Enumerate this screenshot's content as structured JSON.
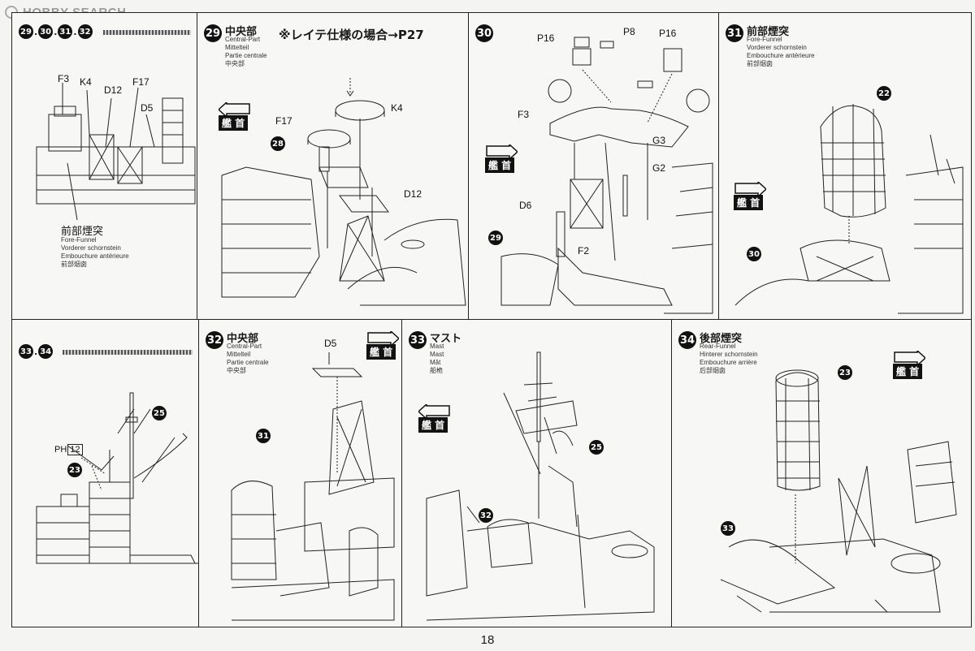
{
  "watermark": "HOBBY SEARCH",
  "page_number": "18",
  "panels": {
    "p_overview1": {
      "range": [
        "29",
        "30",
        "31",
        "32"
      ],
      "labels": {
        "f3": "F3",
        "k4": "K4",
        "d12": "D12",
        "f17": "F17",
        "d5": "D5"
      },
      "caption_jp": "前部煙突",
      "caption_en": "Fore-Funnel",
      "caption_de": "Vorderer schornstein",
      "caption_fr": "Embouchure antérieure",
      "caption_cn": "前部烟囱"
    },
    "p29": {
      "step": "29",
      "title_jp": "中央部",
      "t_en": "Central-Part",
      "t_de": "Mittelteil",
      "t_fr": "Partie centrale",
      "t_cn": "中央部",
      "note": "※レイテ仕様の場合→P27",
      "bow": "艦 首",
      "ref": "28",
      "labels": {
        "k4": "K4",
        "f17": "F17",
        "d12": "D12"
      }
    },
    "p30": {
      "step": "30",
      "bow": "艦 首",
      "ref": "29",
      "labels": {
        "p16a": "P16",
        "p8": "P8",
        "p16b": "P16",
        "f3": "F3",
        "g3": "G3",
        "g2": "G2",
        "d6": "D6",
        "f2": "F2"
      }
    },
    "p31": {
      "step": "31",
      "title_jp": "前部煙突",
      "t_en": "Fore-Funnel",
      "t_de": "Vorderer schornstein",
      "t_fr": "Embouchure antérieure",
      "t_cn": "前部烟囱",
      "bow": "艦 首",
      "ref_a": "22",
      "ref_b": "30"
    },
    "p_overview2": {
      "range": [
        "33",
        "34"
      ],
      "ph": "PH",
      "ph_num": "12",
      "ref_a": "25",
      "ref_b": "23"
    },
    "p32": {
      "step": "32",
      "title_jp": "中央部",
      "t_en": "Central-Part",
      "t_de": "Mittelteil",
      "t_fr": "Partie centrale",
      "t_cn": "中央部",
      "bow": "艦 首",
      "ref": "31",
      "labels": {
        "d5": "D5"
      }
    },
    "p33": {
      "step": "33",
      "title_jp": "マスト",
      "t_en": "Mast",
      "t_de": "Mast",
      "t_fr": "Mât",
      "t_cn": "船桅",
      "bow": "艦 首",
      "ref_a": "25",
      "ref_b": "32"
    },
    "p34": {
      "step": "34",
      "title_jp": "後部煙突",
      "t_en": "Rear-Funnel",
      "t_de": "Hinterer schornstein",
      "t_fr": "Embouchure arrière",
      "t_cn": "后部烟囱",
      "bow": "艦 首",
      "ref_a": "23",
      "ref_b": "33"
    }
  }
}
